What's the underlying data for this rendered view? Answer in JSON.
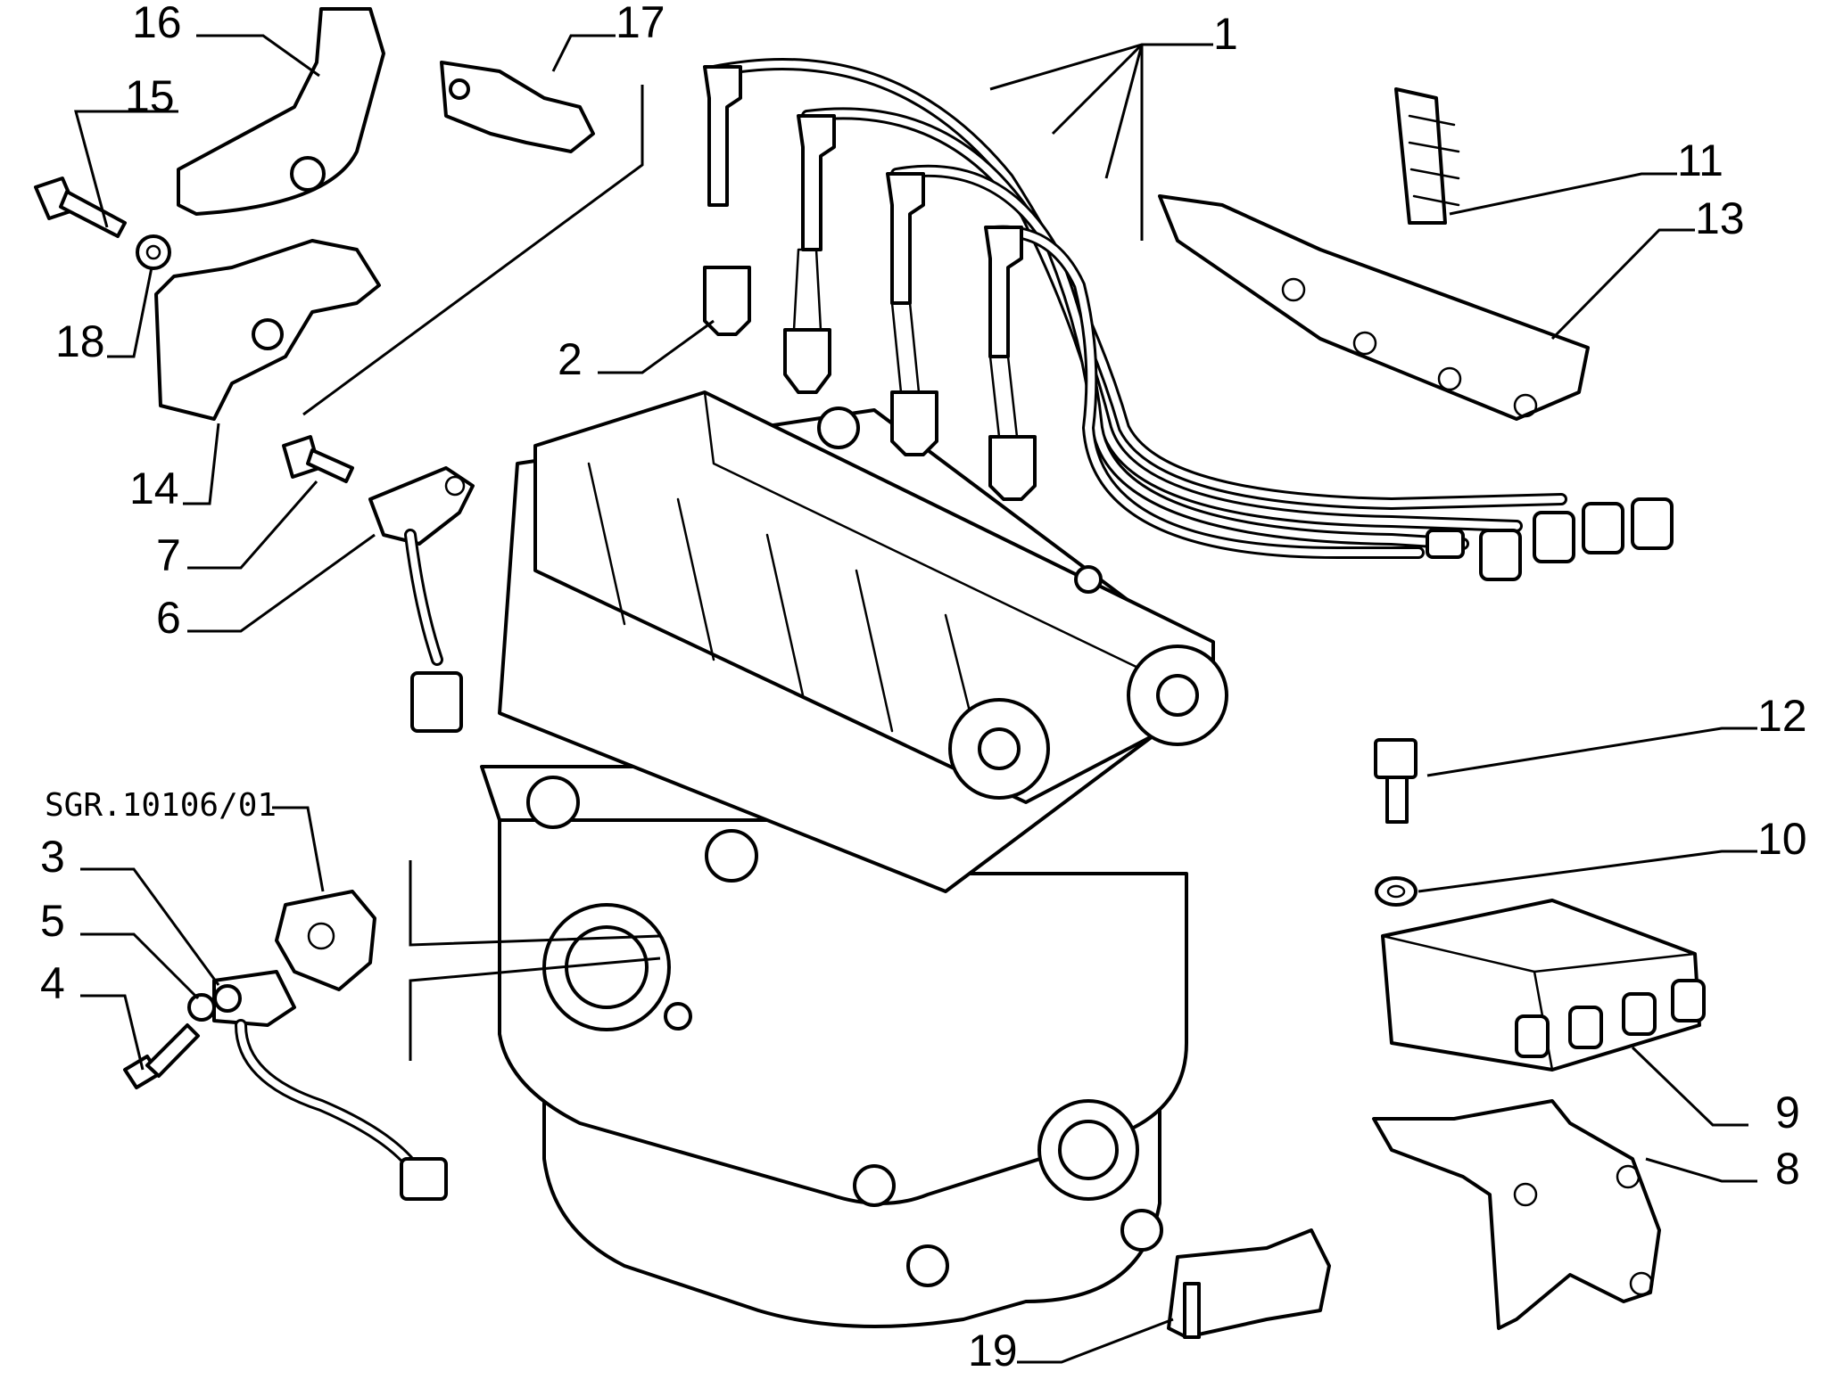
{
  "drawing_ref": "SGR.10106/01",
  "callouts": {
    "c1": "1",
    "c2": "2",
    "c3": "3",
    "c4": "4",
    "c5": "5",
    "c6": "6",
    "c7": "7",
    "c8": "8",
    "c9": "9",
    "c10": "10",
    "c11": "11",
    "c12": "12",
    "c13": "13",
    "c14": "14",
    "c15": "15",
    "c16": "16",
    "c17": "17",
    "c18": "18",
    "c19": "19"
  }
}
